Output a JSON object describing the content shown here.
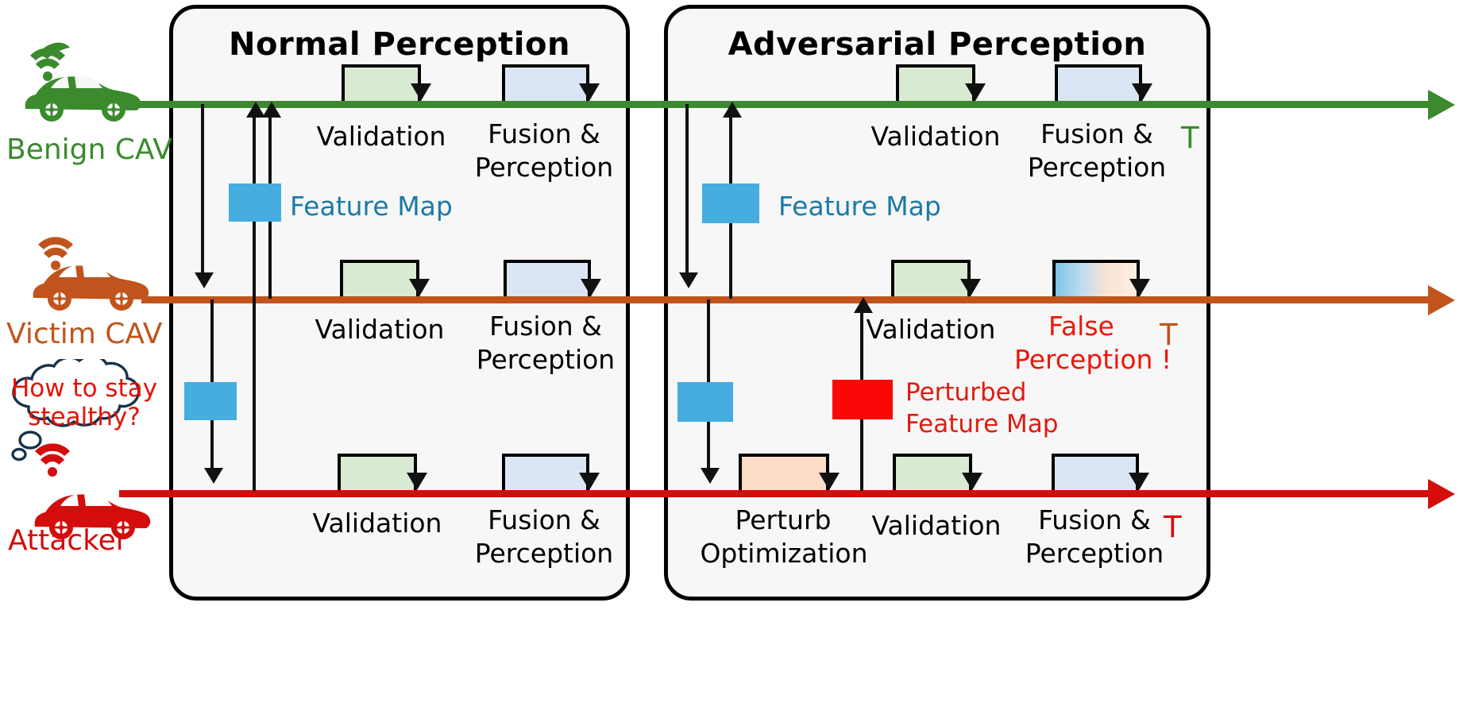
{
  "panels": [
    {
      "id": "normal",
      "title": "Normal Perception"
    },
    {
      "id": "adversarial",
      "title": "Adversarial Perception"
    }
  ],
  "actors": [
    {
      "id": "benign",
      "label": "Benign CAV",
      "color": "#3b8a2e",
      "icon": "car-with-wifi-icon",
      "axis_end_label": "T"
    },
    {
      "id": "victim",
      "label": "Victim CAV",
      "color": "#c1541c",
      "icon": "car-with-wifi-icon",
      "axis_end_label": "T"
    },
    {
      "id": "attacker",
      "label": "Attacker",
      "color": "#d40c0c",
      "icon": "car-with-wifi-icon",
      "axis_end_label": "T"
    }
  ],
  "thought_bubble": {
    "line1": "How to stay",
    "line2": "stealthy?",
    "color": "#e51206"
  },
  "stages": {
    "validation": "Validation",
    "fusion_line1": "Fusion &",
    "fusion_line2": "Perception",
    "perturb_line1": "Perturb",
    "perturb_line2": "Optimization"
  },
  "legend": {
    "feature_map": "Feature Map",
    "feature_map_color": "#45ade0",
    "perturbed_line1": "Perturbed",
    "perturbed_line2": "Feature Map",
    "perturbed_color": "#fa0707"
  },
  "annotations": {
    "false_perception_line1": "False",
    "false_perception_line2": "Perception !",
    "false_perception_color": "#f01408"
  },
  "colors": {
    "green_stage": "#d9ead3",
    "blue_stage": "#dae6f3",
    "peach_stage": "#fbdcc6",
    "panel_bg": "#f7f7f7",
    "panel_border": "#000000"
  },
  "chart_data": {
    "type": "timeline-diagram",
    "title": "Normal vs Adversarial Cooperative Perception Timelines",
    "lanes": [
      {
        "actor": "Benign CAV",
        "normal": [
          "Validation",
          "Fusion & Perception"
        ],
        "adversarial": [
          "Validation",
          "Fusion & Perception"
        ]
      },
      {
        "actor": "Victim CAV",
        "normal": [
          "Validation",
          "Fusion & Perception"
        ],
        "adversarial": [
          "Validation",
          "False Perception !"
        ]
      },
      {
        "actor": "Attacker",
        "normal": [
          "Validation",
          "Fusion & Perception"
        ],
        "adversarial": [
          "Perturb Optimization",
          "Validation",
          "Fusion & Perception"
        ]
      }
    ]
  }
}
